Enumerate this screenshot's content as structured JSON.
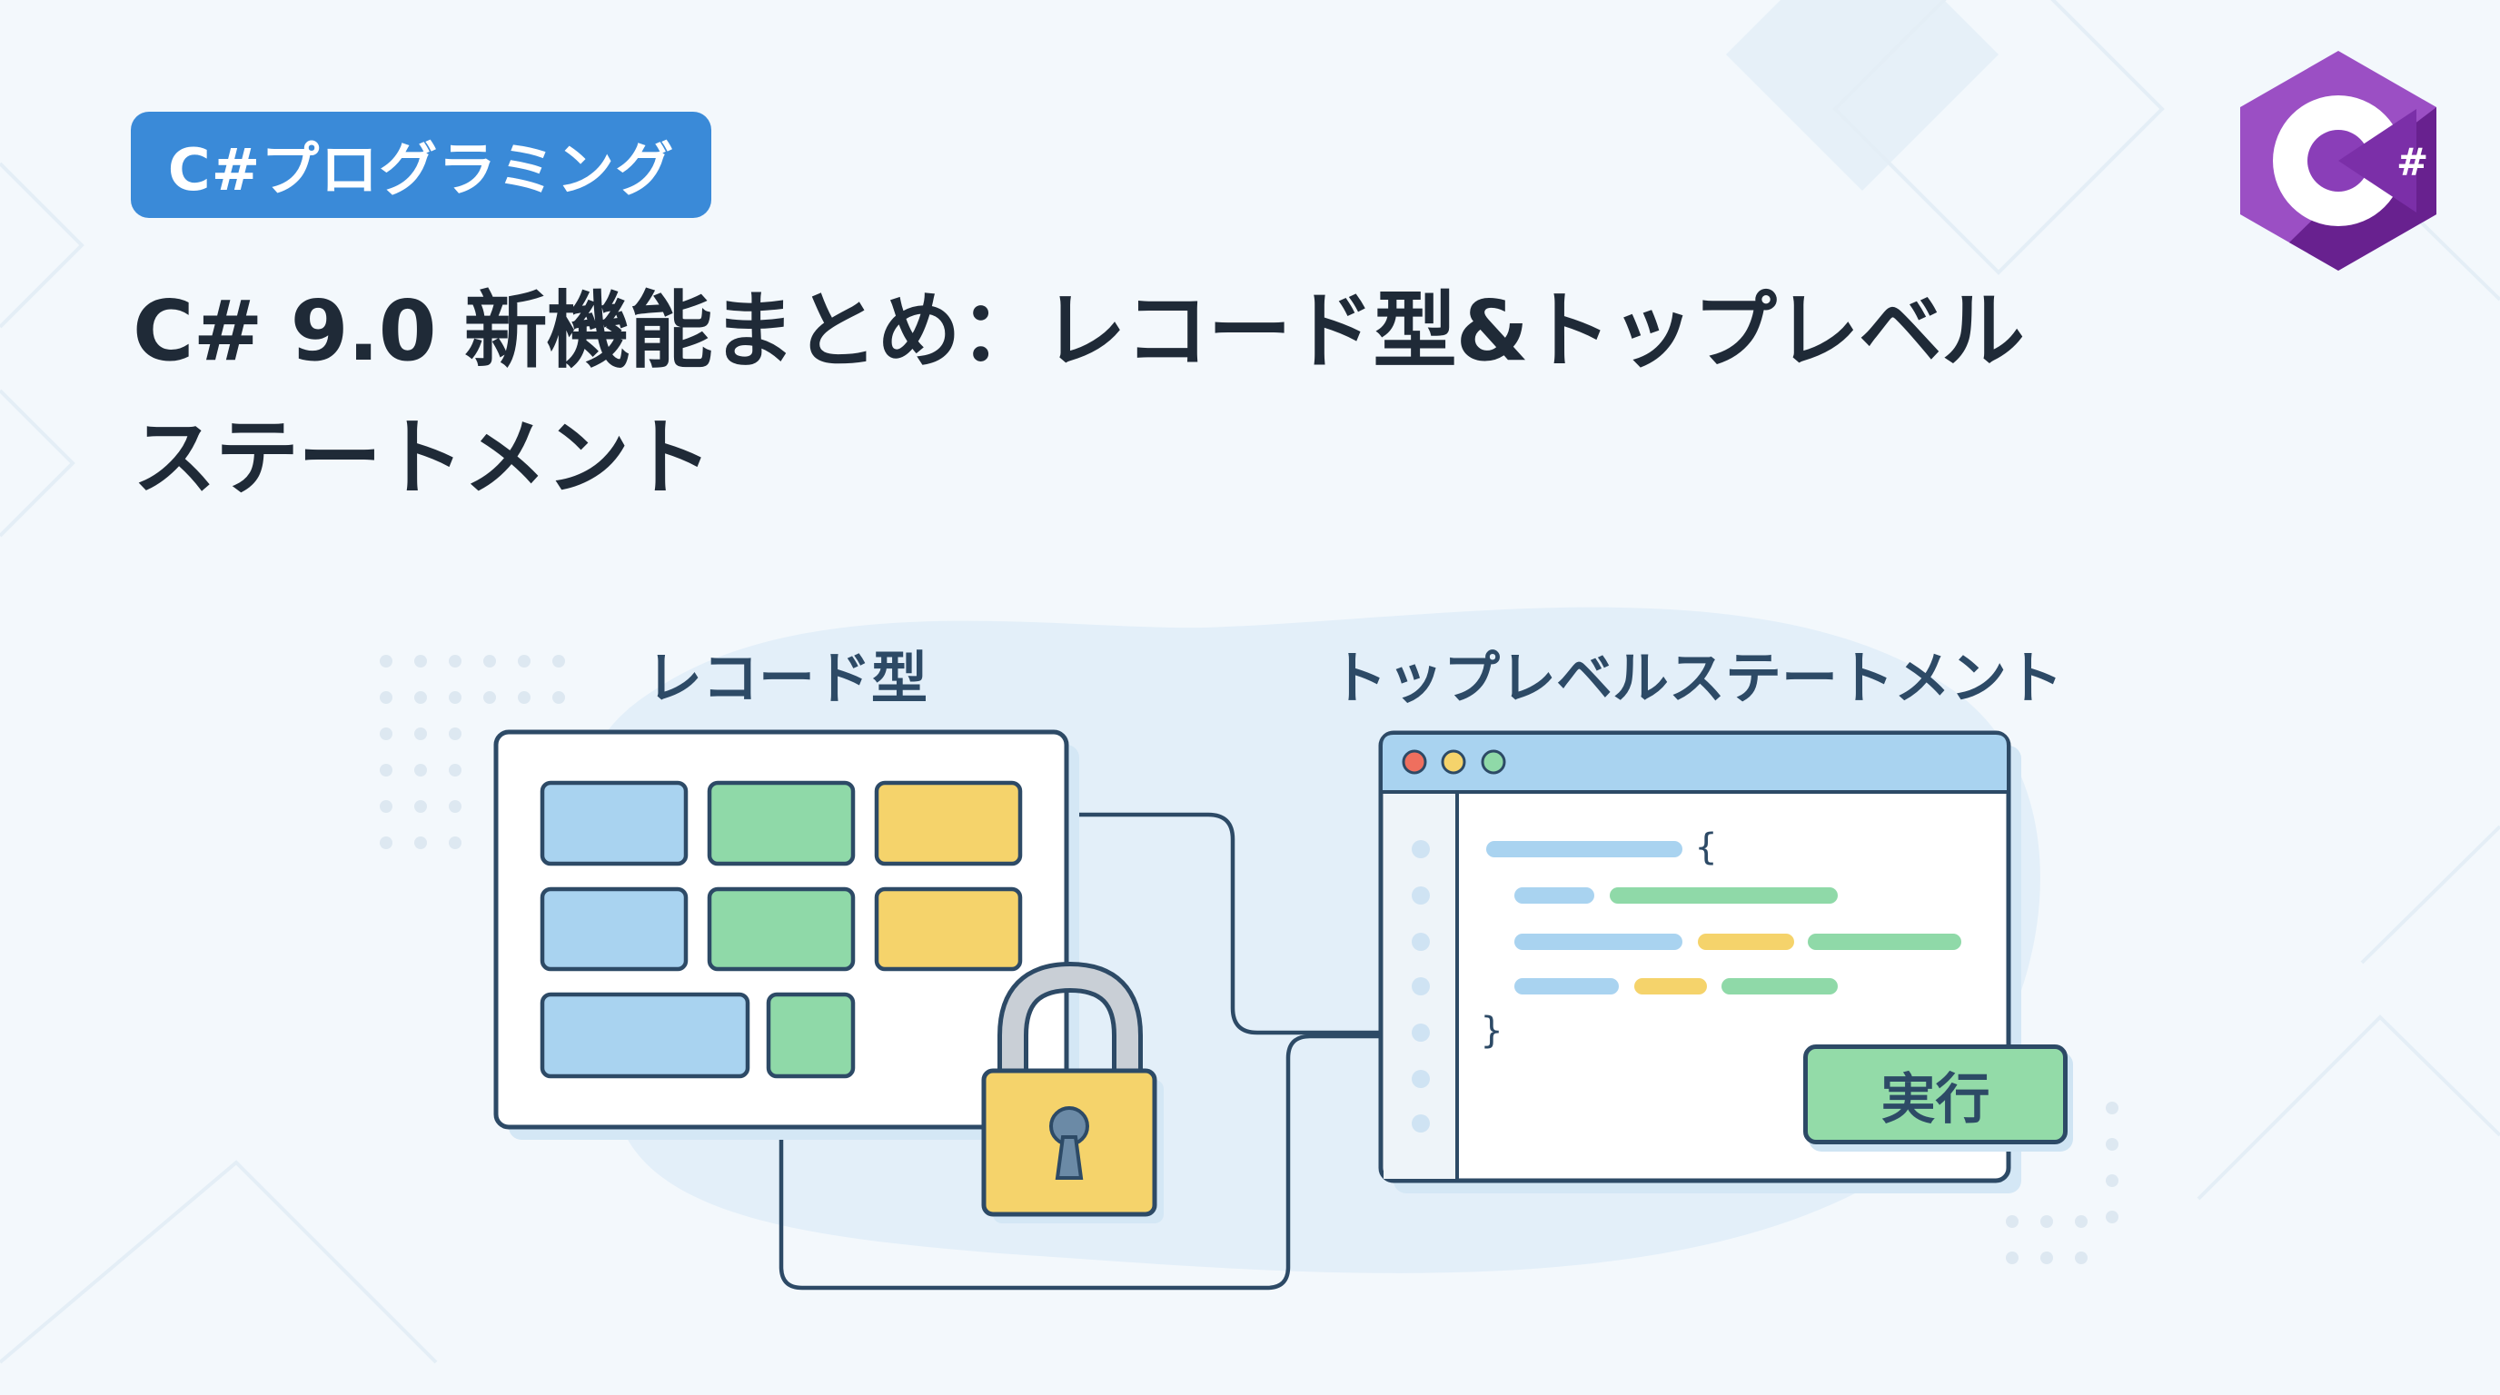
{
  "badge": {
    "label": "C#プログラミング"
  },
  "title": {
    "line1": "C# 9.0 新機能まとめ：レコード型&トップレベル",
    "line2": "ステートメント"
  },
  "logo": {
    "text": "C#"
  },
  "diagram": {
    "record_label": "レコード型",
    "toplevel_label": "トップレベルステートメント",
    "code_open_brace": "{",
    "code_close_brace": "}",
    "run_button": "実行"
  },
  "colors": {
    "blue": "#a9d3f0",
    "green": "#8fd9a8",
    "yellow": "#f5d36b",
    "outline": "#2d4a66",
    "badge": "#3a8ad8",
    "logo": "#6a2f9e"
  }
}
